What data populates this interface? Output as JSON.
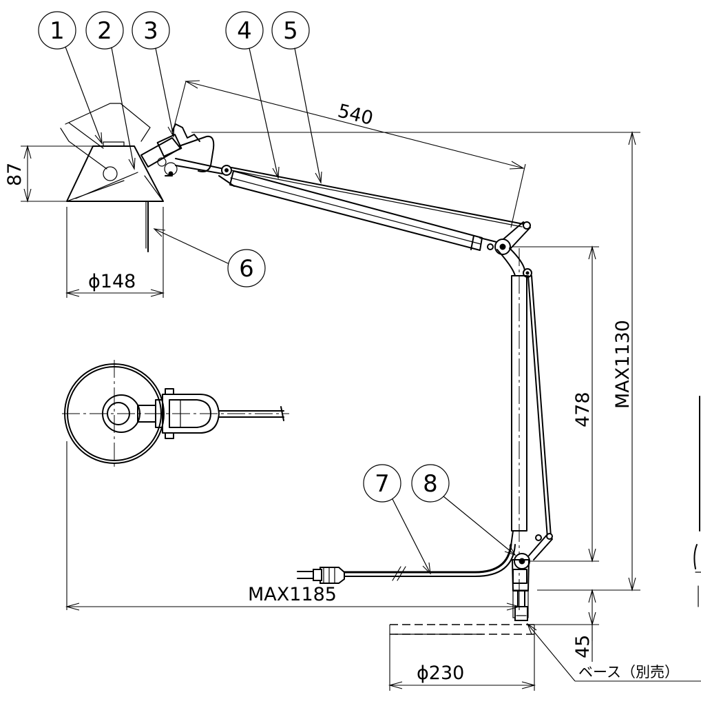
{
  "balloons": [
    {
      "id": "b1",
      "text": "1"
    },
    {
      "id": "b2",
      "text": "2"
    },
    {
      "id": "b3",
      "text": "3"
    },
    {
      "id": "b4",
      "text": "4"
    },
    {
      "id": "b5",
      "text": "5"
    },
    {
      "id": "b6",
      "text": "6"
    },
    {
      "id": "b7",
      "text": "7"
    },
    {
      "id": "b8",
      "text": "8"
    }
  ],
  "dimensions": {
    "arm_length": "540",
    "shade_height": "87",
    "shade_diameter": "ϕ148",
    "total_height": "MAX1130",
    "lower_arm": "478",
    "base_height": "45",
    "total_reach": "MAX1185",
    "base_diameter": "ϕ230"
  },
  "notes": {
    "base_note": "ベース（別売）"
  }
}
